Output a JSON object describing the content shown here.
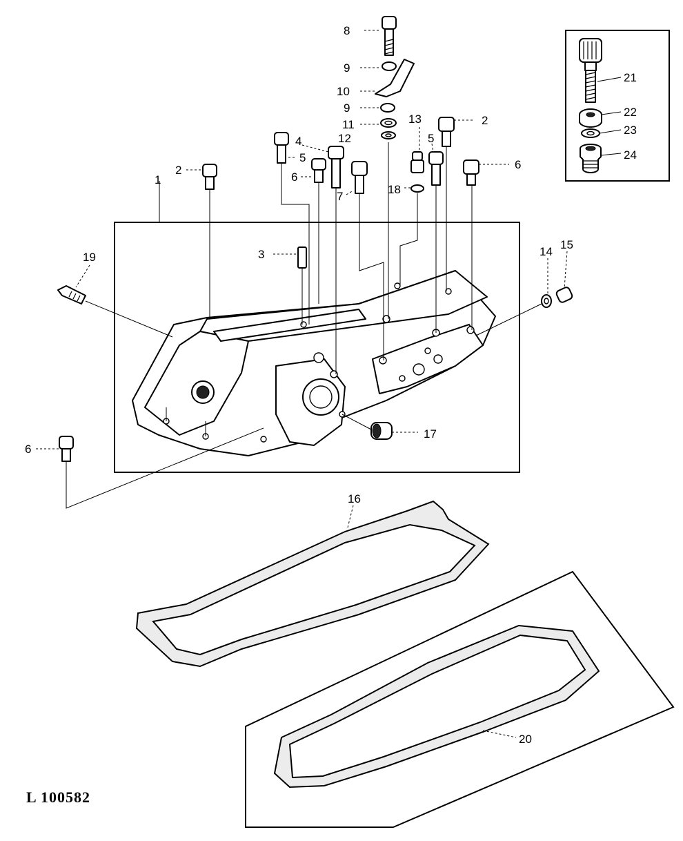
{
  "figure": {
    "reference_code": "L 100582",
    "callouts": [
      {
        "id": "c1",
        "text": "1"
      },
      {
        "id": "c2a",
        "text": "2"
      },
      {
        "id": "c2b",
        "text": "2"
      },
      {
        "id": "c3",
        "text": "3"
      },
      {
        "id": "c4",
        "text": "4"
      },
      {
        "id": "c5a",
        "text": "5"
      },
      {
        "id": "c5b",
        "text": "5"
      },
      {
        "id": "c6a",
        "text": "6"
      },
      {
        "id": "c6b",
        "text": "6"
      },
      {
        "id": "c6c",
        "text": "6"
      },
      {
        "id": "c7",
        "text": "7"
      },
      {
        "id": "c8",
        "text": "8"
      },
      {
        "id": "c9a",
        "text": "9"
      },
      {
        "id": "c9b",
        "text": "9"
      },
      {
        "id": "c10",
        "text": "10"
      },
      {
        "id": "c11",
        "text": "11"
      },
      {
        "id": "c12",
        "text": "12"
      },
      {
        "id": "c13",
        "text": "13"
      },
      {
        "id": "c14",
        "text": "14"
      },
      {
        "id": "c15",
        "text": "15"
      },
      {
        "id": "c16",
        "text": "16"
      },
      {
        "id": "c17",
        "text": "17"
      },
      {
        "id": "c18",
        "text": "18"
      },
      {
        "id": "c19",
        "text": "19"
      },
      {
        "id": "c20",
        "text": "20"
      },
      {
        "id": "c21",
        "text": "21"
      },
      {
        "id": "c22",
        "text": "22"
      },
      {
        "id": "c23",
        "text": "23"
      },
      {
        "id": "c24",
        "text": "24"
      }
    ]
  }
}
